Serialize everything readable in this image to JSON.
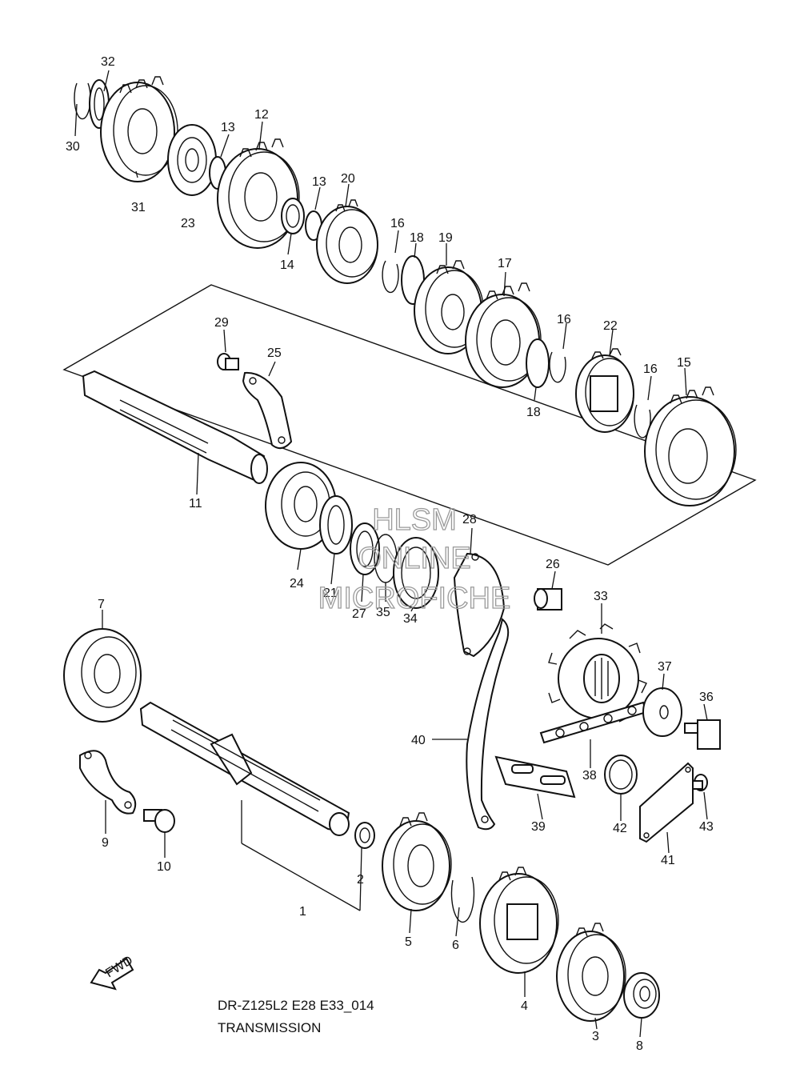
{
  "callouts": [
    "1",
    "2",
    "3",
    "4",
    "5",
    "6",
    "7",
    "8",
    "9",
    "10",
    "11",
    "12",
    "13",
    "13",
    "14",
    "15",
    "16",
    "16",
    "16",
    "17",
    "18",
    "18",
    "19",
    "20",
    "21",
    "22",
    "23",
    "24",
    "25",
    "26",
    "27",
    "28",
    "29",
    "30",
    "31",
    "32",
    "33",
    "34",
    "35",
    "36",
    "37",
    "38",
    "39",
    "40",
    "41",
    "42",
    "43"
  ],
  "watermark": {
    "line1": "HLSM",
    "line2": "ONLINE",
    "line3": "MICROFICHE"
  },
  "fwd_label": "FWD",
  "caption": {
    "model": "DR-Z125L2 E28 E33_014",
    "title": "TRANSMISSION"
  }
}
